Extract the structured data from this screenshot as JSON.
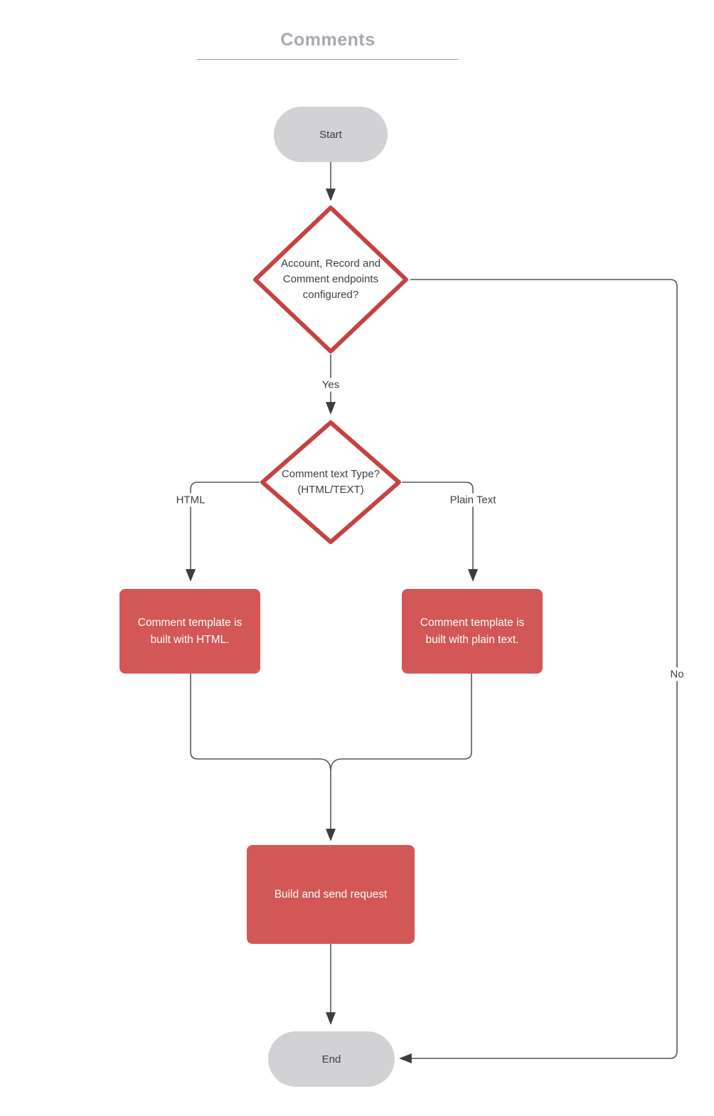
{
  "title": {
    "text": "Comments"
  },
  "nodes": {
    "start": {
      "type": "terminator",
      "label": "Start"
    },
    "decision_endpoints": {
      "type": "decision",
      "label": "Account, Record and Comment endpoints configured?"
    },
    "decision_comment_type": {
      "type": "decision",
      "label": "Comment text Type? (HTML/TEXT)"
    },
    "process_html_template": {
      "type": "process",
      "label": "Comment  template is built with HTML."
    },
    "process_plain_template": {
      "type": "process",
      "label": "Comment  template is built with plain text."
    },
    "process_build_request": {
      "type": "process",
      "label": "Build and send request"
    },
    "end": {
      "type": "terminator",
      "label": "End"
    }
  },
  "edge_labels": {
    "yes": "Yes",
    "no": "No",
    "html": "HTML",
    "plain": "Plain Text"
  },
  "colors": {
    "decision_border": "#c64242",
    "process_fill": "#d35757",
    "terminator_fill": "#d2d2d4",
    "edge_line": "#55565a",
    "arrowhead": "#3b3d40",
    "title_gray": "#a7a9af",
    "node_text_dark": "#3d3f42",
    "node_text_light": "#ffffff",
    "background": "#ffffff"
  }
}
